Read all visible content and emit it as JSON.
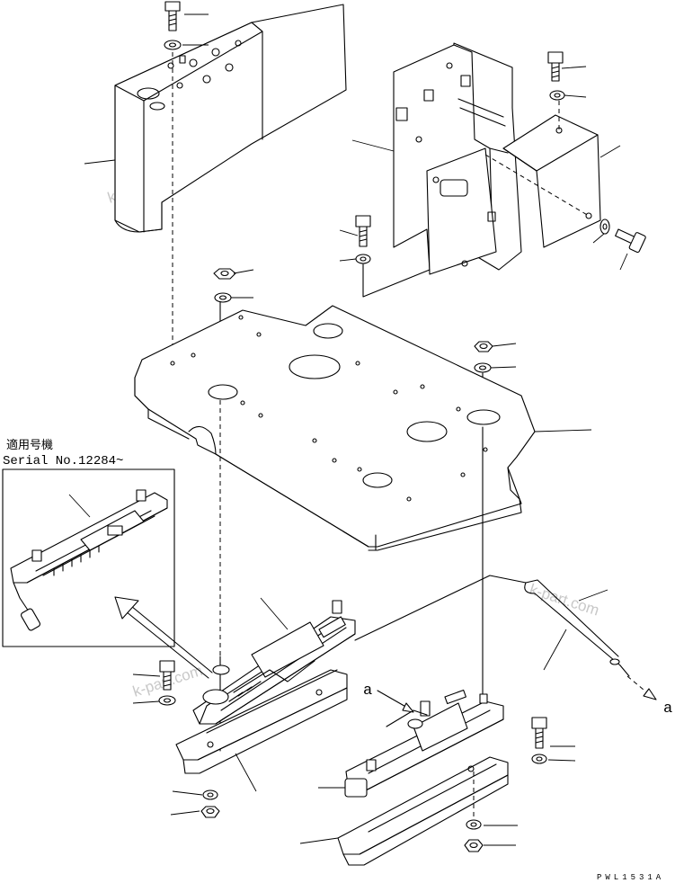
{
  "serial_note": {
    "japanese": "適用号機",
    "serial": "Serial No.12284~"
  },
  "reference_letter_a": "a",
  "drawing_code": "PWL1531A",
  "watermark": "k-part.com"
}
